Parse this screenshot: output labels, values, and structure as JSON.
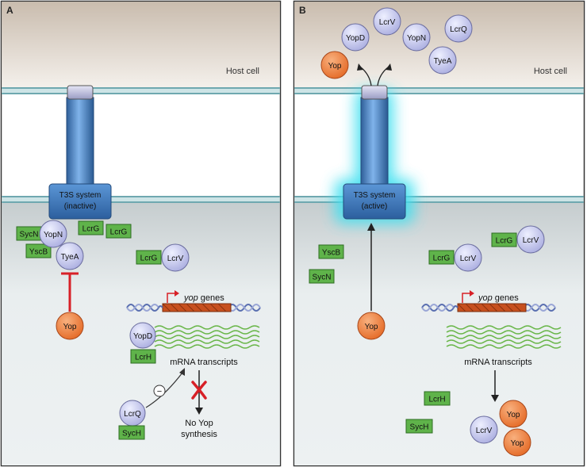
{
  "panels": {
    "a": {
      "letter": "A",
      "host_cell": "Host cell",
      "t3s_line1": "T3S system",
      "t3s_line2": "(inactive)",
      "proteins": {
        "sycn": "SycN",
        "yopn": "YopN",
        "lcrg1": "LcrG",
        "lcrg2": "LcrG",
        "yscb": "YscB",
        "tyea": "TyeA",
        "lcrg3": "LcrG",
        "lcrv": "LcrV",
        "yop": "Yop",
        "yopd": "YopD",
        "lcrh": "LcrH",
        "lcrq": "LcrQ",
        "sych": "SycH"
      },
      "gene_label": "yop",
      "gene_suffix": " genes",
      "mrna_label": "mRNA transcripts",
      "minus_sign": "−",
      "no_synth_line1": "No Yop",
      "no_synth_line2": "synthesis"
    },
    "b": {
      "letter": "B",
      "host_cell": "Host cell",
      "t3s_line1": "T3S system",
      "t3s_line2": "(active)",
      "secreted": {
        "lcrv": "LcrV",
        "yopd": "YopD",
        "yopn": "YopN",
        "lcrq": "LcrQ",
        "tyea": "TyeA",
        "yop": "Yop"
      },
      "proteins": {
        "yscb": "YscB",
        "sycn": "SycN",
        "lcrg1": "LcrG",
        "lcrv1": "LcrV",
        "lcrg2": "LcrG",
        "lcrv2": "LcrV",
        "yop": "Yop",
        "lcrh": "LcrH",
        "sych": "SycH",
        "lcrv3": "LcrV",
        "yop2": "Yop",
        "yop3": "Yop"
      },
      "gene_label": "yop",
      "gene_suffix": " genes",
      "mrna_label": "mRNA transcripts"
    }
  },
  "colors": {
    "green_box": "#5fb34a",
    "lavender": "#c7c9ee",
    "orange": "#ec7a3c",
    "blue_channel": "#4a86c8",
    "red": "#d72027",
    "membrane": "#8fbfc5",
    "glow": "#3fe0f0"
  }
}
